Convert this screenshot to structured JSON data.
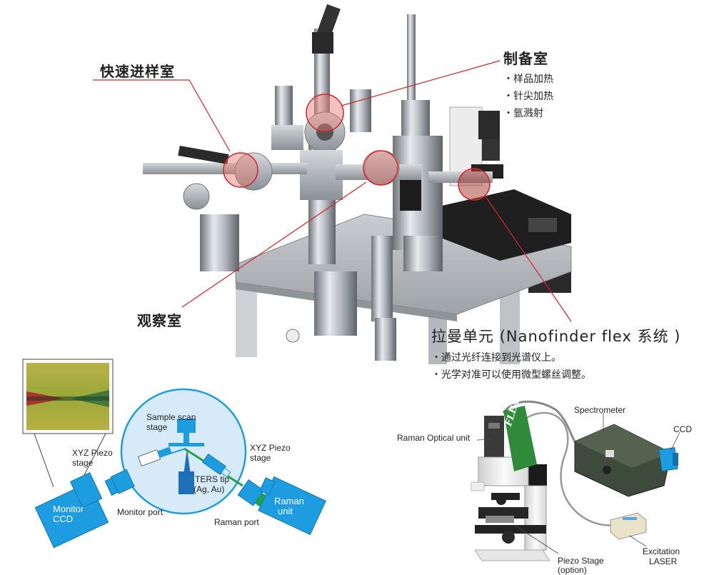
{
  "callouts": {
    "fast_entry": "快速进样室",
    "prep": {
      "title": "制备室",
      "items": [
        "・样品加热",
        "・针尖加热",
        "・氩溅射"
      ]
    },
    "observation": "观察室",
    "raman": {
      "title": "拉曼单元 (Nanofinder flex 系统 )",
      "items": [
        "・通过光纤连接到光谱仪上。",
        "・光学对准可以使用微型螺丝调整。"
      ]
    }
  },
  "schematic": {
    "sample_scan": "Sample scan",
    "stage": "stage",
    "xyz_left_1": "XYZ Piezo",
    "xyz_left_2": "stage",
    "xyz_right_1": "XYZ Piezo",
    "xyz_right_2": "stage",
    "ters_1": "TERS tip",
    "ters_2": "(Ag, Au)",
    "monitor_ccd_1": "Monitor",
    "monitor_ccd_2": "CCD",
    "monitor_port": "Monitor port",
    "raman_unit_1": "Raman",
    "raman_unit_2": "unit",
    "raman_port": "Raman port"
  },
  "setup": {
    "spectrometer": "Spectrometer",
    "ccd": "CCD",
    "raman_optical_unit": "Raman Optical unit",
    "flex_brand": "FLEX",
    "piezo_1": "Piezo Stage",
    "piezo_2": "(option)",
    "laser_1": "Excitation",
    "laser_2": "LASER"
  },
  "colors": {
    "accent_red": "#d4232a",
    "component_blue": "#1e9ce0",
    "chamber_fill": "#d6ebf7",
    "spectrometer_green": "#3e4a3c",
    "flex_green": "#2f8a3a"
  }
}
